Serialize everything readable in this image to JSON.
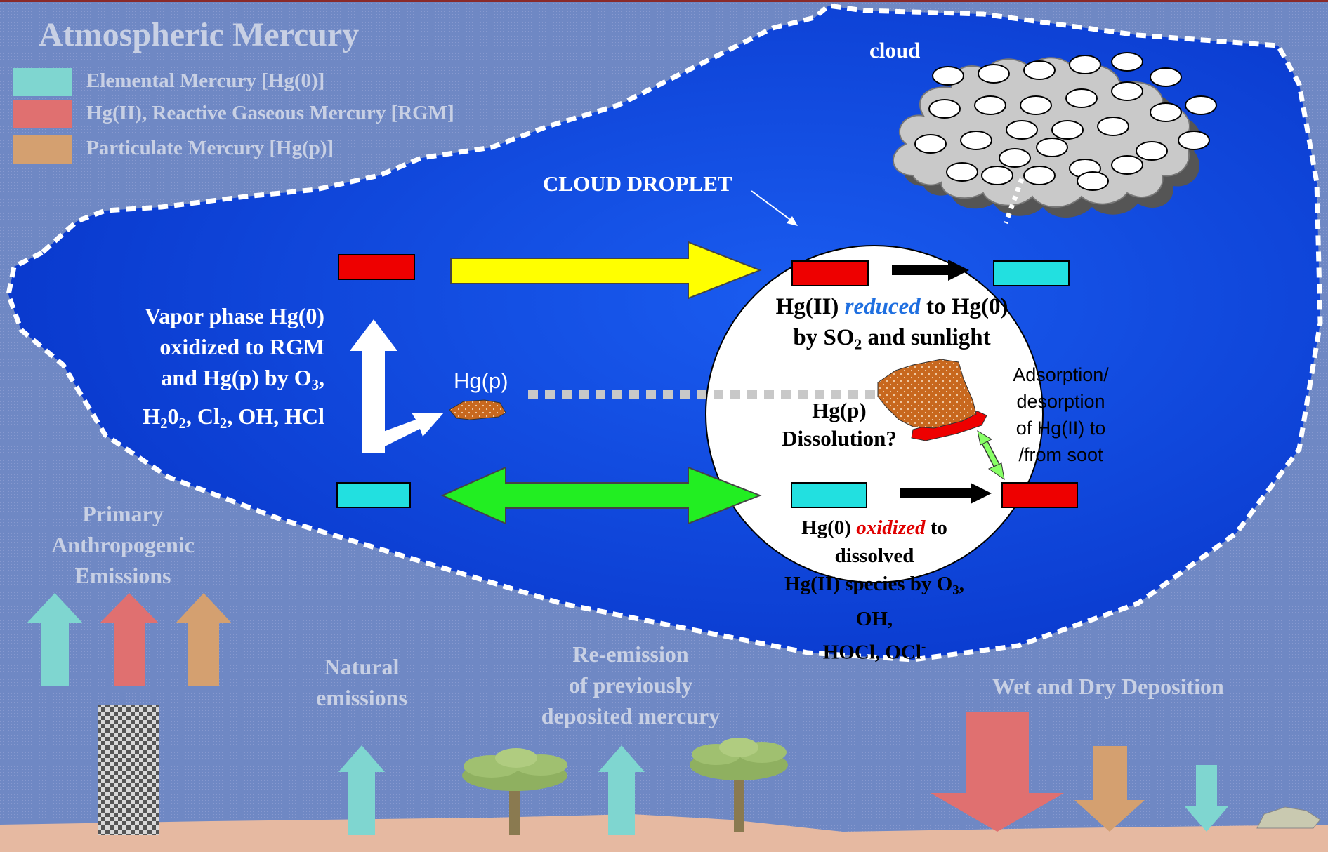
{
  "title": "Atmospheric Mercury",
  "legend": [
    {
      "label": "Elemental Mercury [Hg(0)]",
      "color": "#22e0e0"
    },
    {
      "label": "Hg(II), Reactive Gaseous Mercury [RGM]",
      "color": "#e24040"
    },
    {
      "label": "Particulate Mercury [Hg(p)]",
      "color": "#c07a2e"
    }
  ],
  "labels": {
    "cloud": "cloud",
    "cloud_droplet": "CLOUD DROPLET",
    "hgp": "Hg(p)",
    "vapor_line1": "Vapor phase Hg(0)",
    "vapor_line2": "oxidized to RGM",
    "vapor_line3a": "and Hg(p) by O",
    "vapor_line3_sub": "3",
    "vapor_line3b": ",",
    "vapor_line4": "H20_2, Cl_2, OH, HCl",
    "reduced_a": "Hg(II) ",
    "reduced_b": "reduced",
    "reduced_c": " to Hg(0)",
    "reduced_line2a": "by SO",
    "reduced_line2_sub": "2",
    "reduced_line2b": " and sunlight",
    "dissolution_line1": "Hg(p)",
    "dissolution_line2": "Dissolution?",
    "adsorption_line1": "Adsorption/",
    "adsorption_line2": "desorption",
    "adsorption_line3": "of Hg(II) to",
    "adsorption_line4": "/from soot",
    "oxidized_a": "Hg(0) ",
    "oxidized_b": "oxidized",
    "oxidized_c": " to dissolved",
    "oxidized_line2a": "Hg(II) species by O",
    "oxidized_line2_sub": "3",
    "oxidized_line2b": ", OH,",
    "oxidized_line3a": "HOCl, OCl",
    "oxidized_line3_sup": "-",
    "primary_line1": "Primary",
    "primary_line2": "Anthropogenic",
    "primary_line3": "Emissions",
    "natural_line1": "Natural",
    "natural_line2": "emissions",
    "reemission_line1": "Re-emission",
    "reemission_line2": "of previously",
    "reemission_line3": "deposited mercury",
    "deposition": "Wet and Dry Deposition"
  },
  "colors": {
    "background": "#6f88c4",
    "droplet_region": "#0a3fd8",
    "ground": "#e6b9a1",
    "yellow_arrow": "#ffff00",
    "green_arrow": "#22ee22",
    "cyan": "#22e0e0",
    "red": "#ee0000",
    "brown": "#c8681e"
  }
}
